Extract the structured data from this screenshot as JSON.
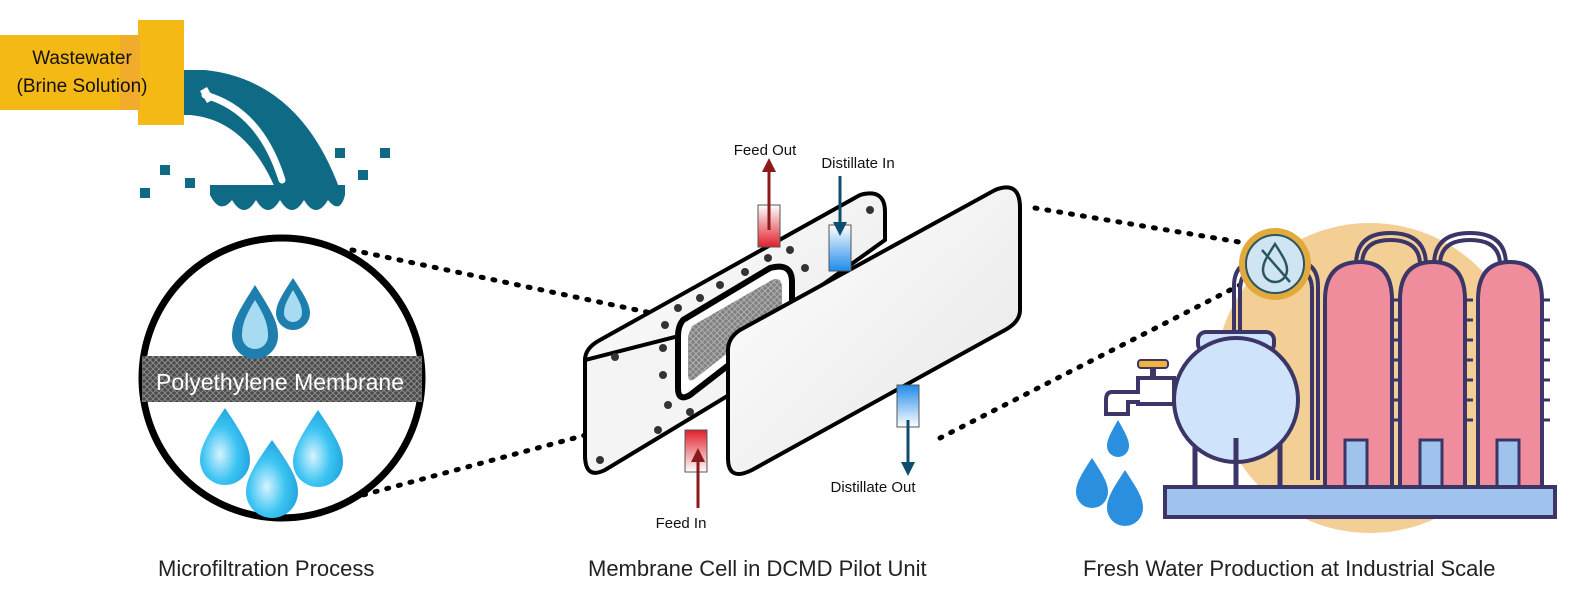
{
  "source": {
    "line1": "Wastewater",
    "line2": "(Brine Solution)"
  },
  "membrane": {
    "label": "Polyethylene Membrane"
  },
  "cell": {
    "feed_out": "Feed Out",
    "feed_in": "Feed In",
    "distillate_in": "Distillate In",
    "distillate_out": "Distillate Out"
  },
  "captions": {
    "left": "Microfiltration Process",
    "center": "Membrane Cell in DCMD Pilot Unit",
    "right": "Fresh Water Production at Industrial Scale"
  },
  "colors": {
    "pipe": "#0f6a85",
    "label_bg": "#f5b916",
    "drop": "#2fb8ec",
    "drop_dark": "#1e7fae",
    "feed": "#e0202a",
    "distillate": "#1f8bea",
    "tank": "#ef8d9c",
    "outline": "#3b3667",
    "plant_bg": "#f3cf96",
    "base": "#9fc3ec"
  }
}
